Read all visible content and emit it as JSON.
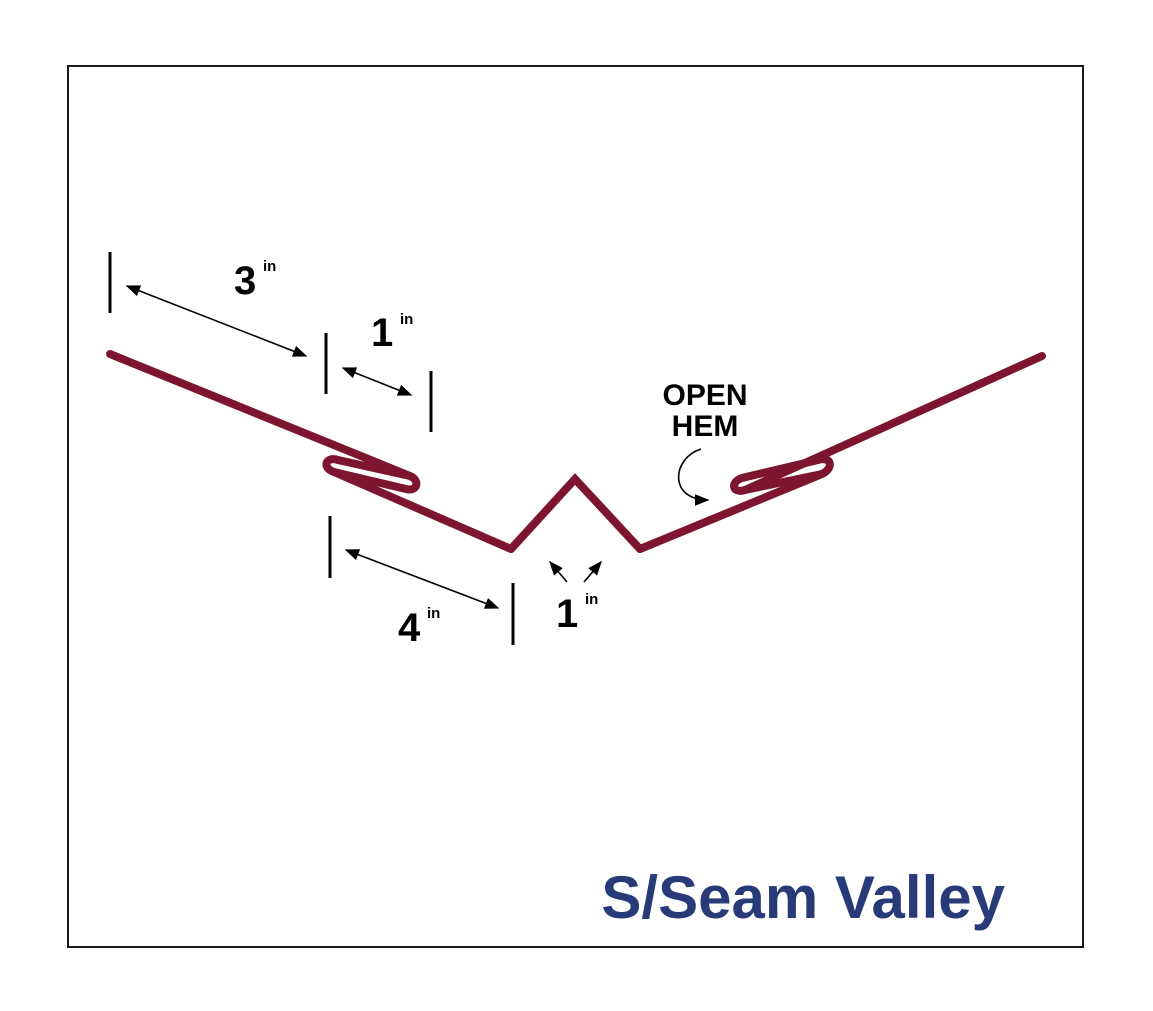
{
  "title": "S/Seam Valley",
  "colors": {
    "profile": "#7d1530",
    "title": "#283a78",
    "annotation": "#000000",
    "frame": "#1a1a1a"
  },
  "dimensions": {
    "top_leg": {
      "value": "3",
      "unit": "in"
    },
    "hem_length": {
      "value": "1",
      "unit": "in"
    },
    "bottom_leg": {
      "value": "4",
      "unit": "in"
    },
    "center_rib": {
      "value": "1",
      "unit": "in"
    }
  },
  "callout": {
    "line1": "OPEN",
    "line2": "HEM"
  }
}
